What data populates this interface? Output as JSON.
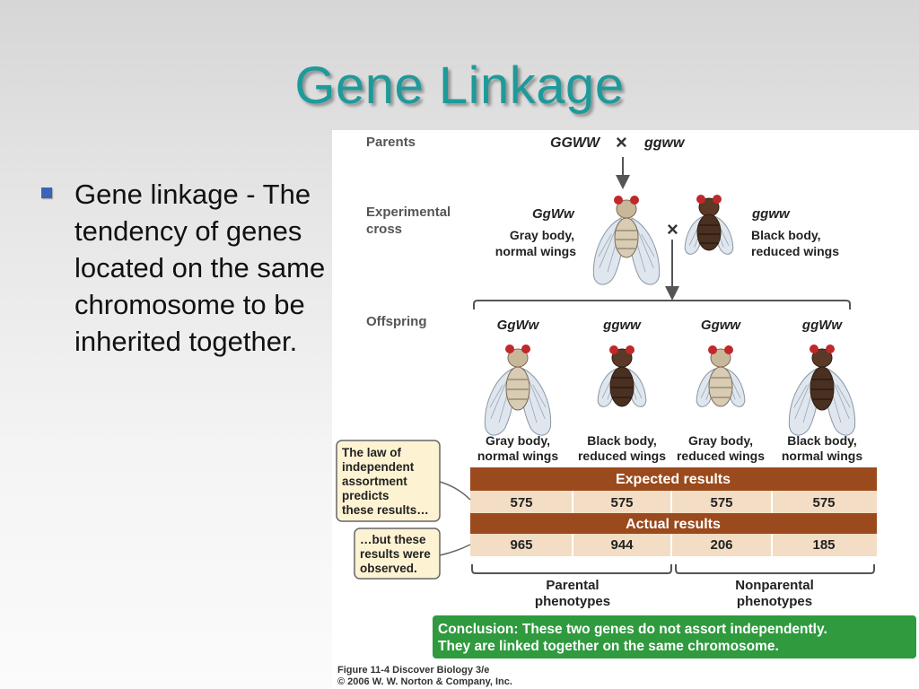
{
  "slide": {
    "title": "Gene Linkage",
    "bullet": "Gene linkage - The tendency of genes located on the same chromosome to be inherited together."
  },
  "figure": {
    "parents_label": "Parents",
    "parent1_genotype": "GGWW",
    "parent2_genotype": "ggww",
    "cross_symbol": "×",
    "experimental_label": [
      "Experimental",
      "cross"
    ],
    "cross_fly1": {
      "genotype": "GgWw",
      "phenotype": [
        "Gray body,",
        "normal wings"
      ]
    },
    "cross_fly2": {
      "genotype": "ggww",
      "phenotype": [
        "Black body,",
        "reduced wings"
      ]
    },
    "offspring_label": "Offspring",
    "offspring": [
      {
        "genotype": "GgWw",
        "phenotype": [
          "Gray body,",
          "normal wings"
        ],
        "body": "gray",
        "wings": "normal"
      },
      {
        "genotype": "ggww",
        "phenotype": [
          "Black body,",
          "reduced wings"
        ],
        "body": "black",
        "wings": "reduced"
      },
      {
        "genotype": "Ggww",
        "phenotype": [
          "Gray body,",
          "reduced wings"
        ],
        "body": "gray",
        "wings": "reduced"
      },
      {
        "genotype": "ggWw",
        "phenotype": [
          "Black body,",
          "normal wings"
        ],
        "body": "black",
        "wings": "normal"
      }
    ],
    "expected_header": "Expected results",
    "expected_values": [
      "575",
      "575",
      "575",
      "575"
    ],
    "actual_header": "Actual results",
    "actual_values": [
      "965",
      "944",
      "206",
      "185"
    ],
    "callout_law": [
      "The law of",
      "independent",
      "assortment",
      "predicts",
      "these results…"
    ],
    "callout_observed": [
      "…but these",
      "results were",
      "observed."
    ],
    "parental_label": [
      "Parental",
      "phenotypes"
    ],
    "nonparental_label": [
      "Nonparental",
      "phenotypes"
    ],
    "conclusion": [
      "Conclusion:  These two genes do not assort independently.",
      "They are linked together on the same chromosome."
    ],
    "caption": [
      "Figure 11-4  Discover Biology 3/e",
      "© 2006 W. W. Norton & Company, Inc."
    ],
    "colors": {
      "table_header": "#9a4a1c",
      "table_row": "#f3ddc4",
      "callout_fill": "#fdf3d3",
      "conclusion_fill": "#2f9a3e",
      "title": "#1e9a9a",
      "bullet": "#3b63b8"
    }
  }
}
